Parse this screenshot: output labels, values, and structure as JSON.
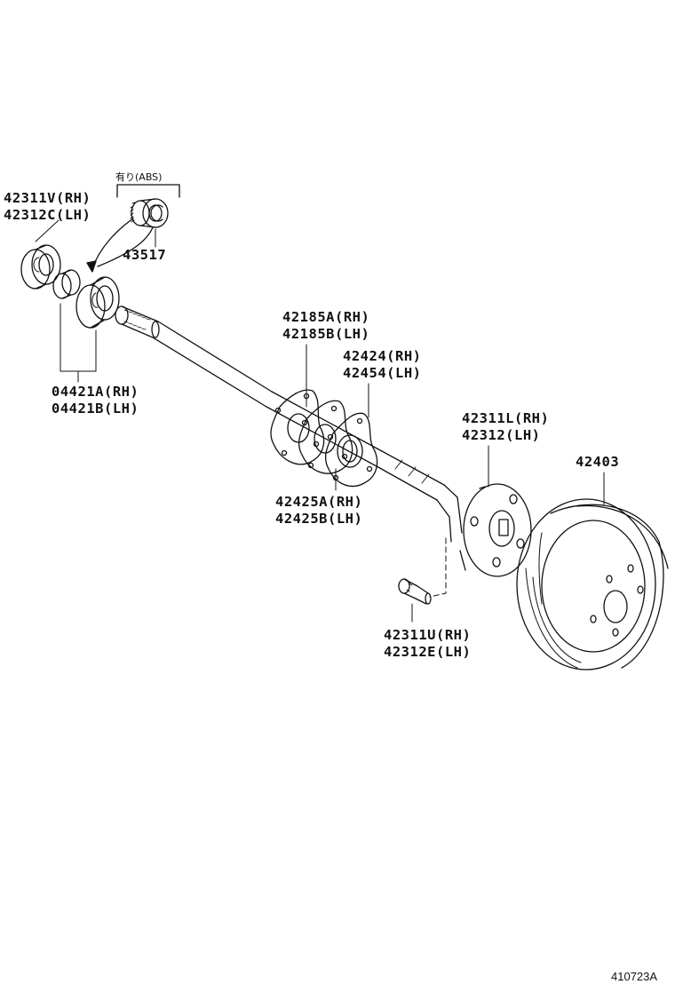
{
  "abs_note": "有り(ABS)",
  "figure_code": "410723A",
  "labels": {
    "oil_seal": [
      "42311V(RH)",
      "42312C(LH)"
    ],
    "abs_rotor": [
      "43517"
    ],
    "bearing": [
      "04421A(RH)",
      "04421B(LH)"
    ],
    "gasket_a": [
      "42185A(RH)",
      "42185B(LH)"
    ],
    "retainer_plate": [
      "42424(RH)",
      "42454(LH)"
    ],
    "retainer_gasket": [
      "42425A(RH)",
      "42425B(LH)"
    ],
    "axle_shaft": [
      "42311L(RH)",
      "42312(LH)"
    ],
    "brake_drum": [
      "42403"
    ],
    "hub_bolt": [
      "42311U(RH)",
      "42312E(LH)"
    ]
  }
}
